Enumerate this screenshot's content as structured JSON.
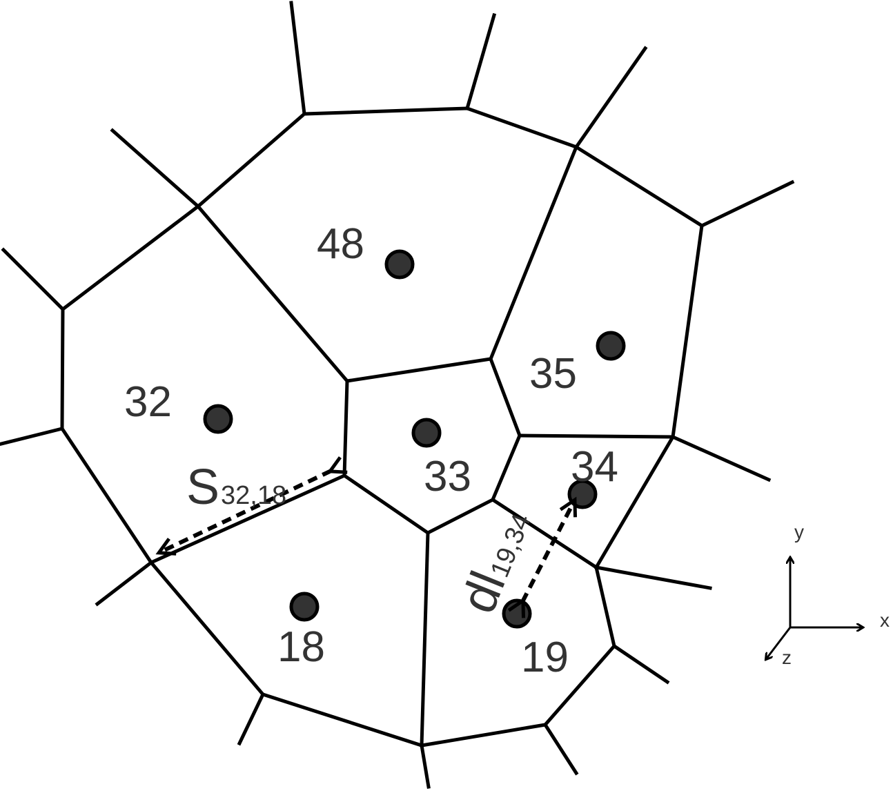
{
  "cells": [
    {
      "id": "48",
      "label": "48"
    },
    {
      "id": "35",
      "label": "35"
    },
    {
      "id": "32",
      "label": "32"
    },
    {
      "id": "33",
      "label": "33"
    },
    {
      "id": "34",
      "label": "34"
    },
    {
      "id": "18",
      "label": "18"
    },
    {
      "id": "19",
      "label": "19"
    }
  ],
  "annotations": {
    "surface": {
      "main": "S",
      "sub": "32,18"
    },
    "distance": {
      "main": "dl",
      "sub": "19,34"
    }
  },
  "axes": {
    "x": "x",
    "y": "y",
    "z": "z"
  },
  "colors": {
    "line": "#000000",
    "node_fill": "#333333",
    "label": "#333333",
    "background": "#ffffff"
  }
}
